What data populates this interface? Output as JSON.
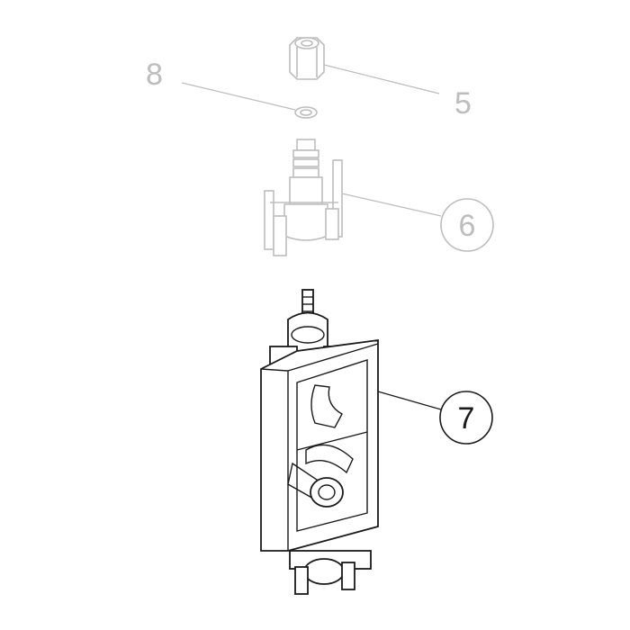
{
  "parts": [
    {
      "number": "8",
      "circled": false,
      "color": "#bdbdbd"
    },
    {
      "number": "5",
      "circled": false,
      "color": "#bdbdbd"
    },
    {
      "number": "6",
      "circled": true,
      "color": "#bdbdbd"
    },
    {
      "number": "7",
      "circled": true,
      "color": "#1a1a1a"
    }
  ]
}
